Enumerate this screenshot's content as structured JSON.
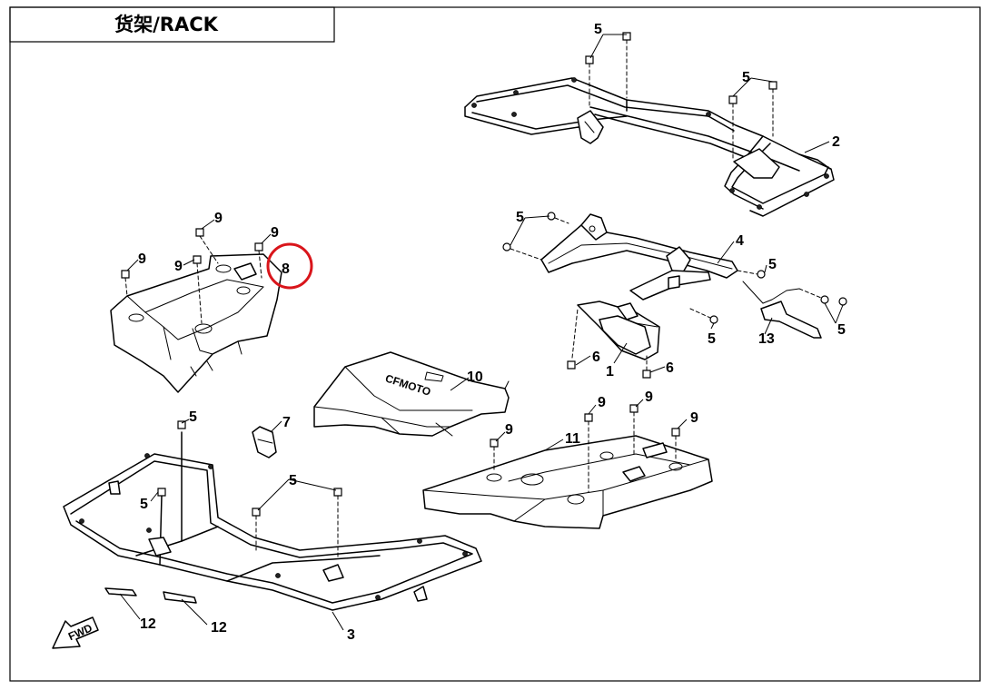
{
  "title": "货架/RACK",
  "direction_label": "FWD",
  "part_logo_text": "CFMOTO",
  "highlight_color": "#d9151b",
  "callouts": {
    "c1": "1",
    "c2": "2",
    "c3": "3",
    "c4": "4",
    "c5a": "5",
    "c5b": "5",
    "c5c": "5",
    "c5d": "5",
    "c5e": "5",
    "c5f": "5",
    "c5g": "5",
    "c5h": "5",
    "c5i": "5",
    "c6a": "6",
    "c6b": "6",
    "c7": "7",
    "c8": "8",
    "c9a": "9",
    "c9b": "9",
    "c9c": "9",
    "c9d": "9",
    "c9e": "9",
    "c9f": "9",
    "c9g": "9",
    "c9h": "9",
    "c10": "10",
    "c11": "11",
    "c12a": "12",
    "c12b": "12",
    "c13": "13"
  }
}
